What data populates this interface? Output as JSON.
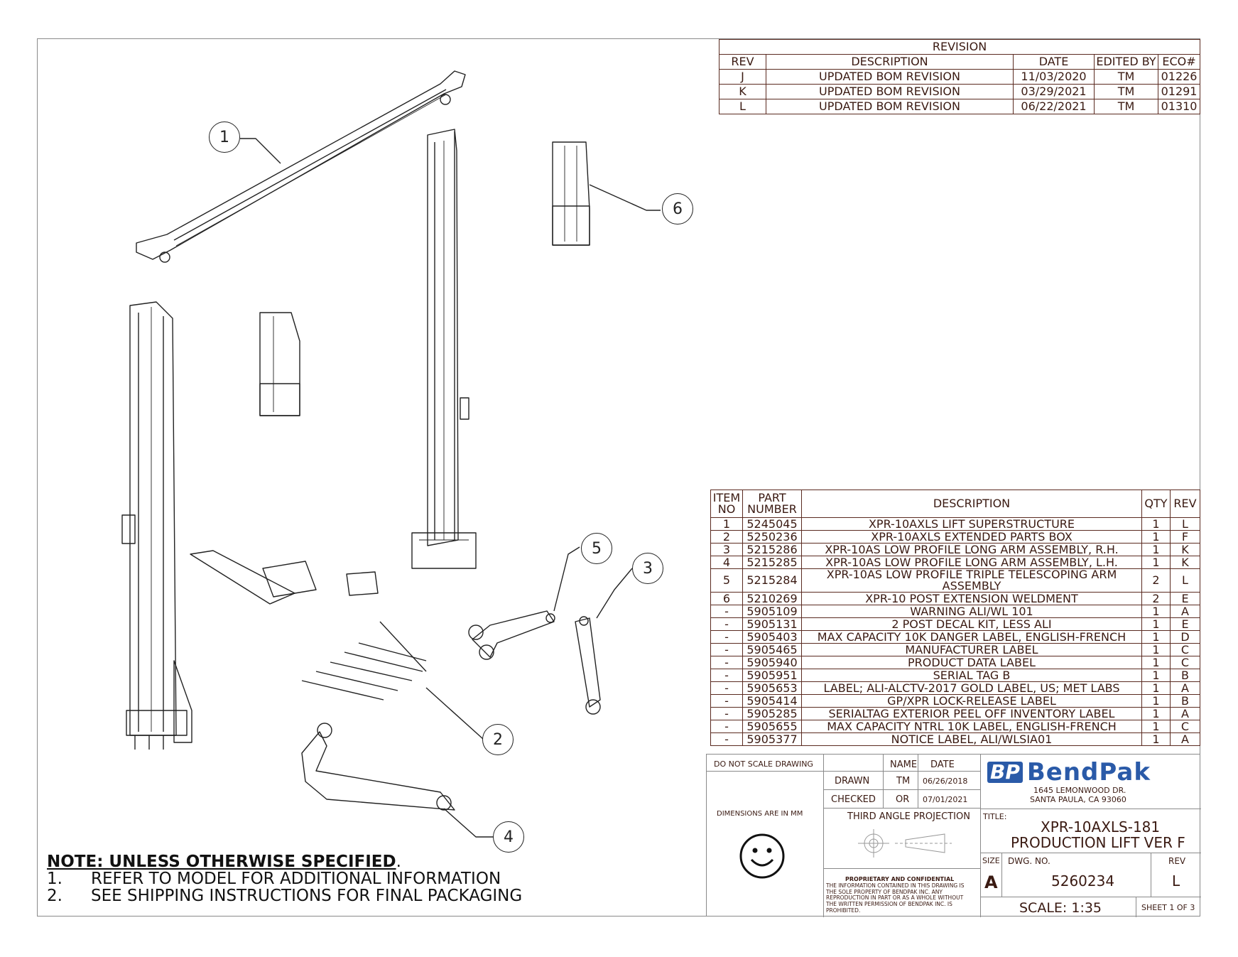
{
  "revision": {
    "title": "REVISION",
    "headers": [
      "REV",
      "DESCRIPTION",
      "DATE",
      "EDITED BY",
      "ECO#"
    ],
    "rows": [
      [
        "J",
        "UPDATED BOM REVISION",
        "11/03/2020",
        "TM",
        "01226"
      ],
      [
        "K",
        "UPDATED BOM REVISION",
        "03/29/2021",
        "TM",
        "01291"
      ],
      [
        "L",
        "UPDATED BOM REVISION",
        "06/22/2021",
        "TM",
        "01310"
      ]
    ]
  },
  "bom": {
    "headers": [
      "ITEM NO",
      "PART NUMBER",
      "DESCRIPTION",
      "QTY",
      "REV"
    ],
    "rows": [
      [
        "1",
        "5245045",
        "XPR-10AXLS LIFT SUPERSTRUCTURE",
        "1",
        "L"
      ],
      [
        "2",
        "5250236",
        "XPR-10AXLS EXTENDED PARTS BOX",
        "1",
        "F"
      ],
      [
        "3",
        "5215286",
        "XPR-10AS LOW PROFILE LONG ARM ASSEMBLY, R.H.",
        "1",
        "K"
      ],
      [
        "4",
        "5215285",
        "XPR-10AS LOW PROFILE LONG ARM ASSEMBLY, L.H.",
        "1",
        "K"
      ],
      [
        "5",
        "5215284",
        "XPR-10AS LOW PROFILE TRIPLE TELESCOPING ARM ASSEMBLY",
        "2",
        "L"
      ],
      [
        "6",
        "5210269",
        "XPR-10 POST EXTENSION WELDMENT",
        "2",
        "E"
      ],
      [
        "-",
        "5905109",
        "WARNING ALI/WL 101",
        "1",
        "A"
      ],
      [
        "-",
        "5905131",
        "2 POST DECAL KIT, LESS ALI",
        "1",
        "E"
      ],
      [
        "-",
        "5905403",
        "MAX CAPACITY 10K DANGER LABEL, ENGLISH-FRENCH",
        "1",
        "D"
      ],
      [
        "-",
        "5905465",
        "MANUFACTURER LABEL",
        "1",
        "C"
      ],
      [
        "-",
        "5905940",
        "PRODUCT DATA LABEL",
        "1",
        "C"
      ],
      [
        "-",
        "5905951",
        "SERIAL TAG B",
        "1",
        "B"
      ],
      [
        "-",
        "5905653",
        "LABEL; ALI-ALCTV-2017 GOLD LABEL, US;  MET LABS",
        "1",
        "A"
      ],
      [
        "-",
        "5905414",
        "GP/XPR LOCK-RELEASE LABEL",
        "1",
        "B"
      ],
      [
        "-",
        "5905285",
        "SERIALTAG EXTERIOR PEEL OFF INVENTORY LABEL",
        "1",
        "A"
      ],
      [
        "-",
        "5905655",
        "MAX CAPACITY NTRL 10K LABEL, ENGLISH-FRENCH",
        "1",
        "C"
      ],
      [
        "-",
        "5905377",
        "NOTICE LABEL, ALI/WLSIA01",
        "1",
        "A"
      ]
    ]
  },
  "title_block": {
    "do_not_scale": "DO NOT SCALE DRAWING",
    "name_header": "NAME",
    "date_header": "DATE",
    "drawn_label": "DRAWN",
    "drawn_name": "TM",
    "drawn_date": "06/26/2018",
    "checked_label": "CHECKED",
    "checked_name": "OR",
    "checked_date": "07/01/2021",
    "dimensions": "DIMENSIONS ARE IN MM",
    "projection": "THIRD ANGLE PROJECTION",
    "proprietary_title": "PROPRIETARY AND CONFIDENTIAL",
    "proprietary_text": [
      "THE INFORMATION CONTAINED IN THIS DRAWING IS",
      "THE SOLE PROPERTY OF BENDPAK INC. ANY",
      "REPRODUCTION IN PART OR AS A WHOLE WITHOUT",
      "THE WRITTEN PERMISSION OF BENDPAK INC. IS",
      "PROHIBITED."
    ],
    "logo_mark": "BP",
    "logo_text": "BendPak",
    "address_1": "1645 LEMONWOOD DR.",
    "address_2": "SANTA PAULA, CA 93060",
    "title_label": "TITLE:",
    "title_1": "XPR-10AXLS-181",
    "title_2": "PRODUCTION LIFT VER F",
    "size_label": "SIZE",
    "size": "A",
    "dwg_label": "DWG.  NO.",
    "dwg_no": "5260234",
    "rev_label": "REV",
    "rev": "L",
    "scale": "SCALE: 1:35",
    "sheet": "SHEET 1 OF 3"
  },
  "note": {
    "heading": "NOTE: UNLESS OTHERWISE SPECIFIED",
    "items": [
      {
        "num": "1.",
        "text": "REFER TO MODEL FOR ADDITIONAL INFORMATION"
      },
      {
        "num": "2.",
        "text": "SEE SHIPPING INSTRUCTIONS FOR FINAL PACKAGING"
      }
    ]
  },
  "callouts": [
    "1",
    "2",
    "3",
    "4",
    "5",
    "6"
  ],
  "colors": {
    "table_line": "#5a2a20",
    "logo_blue": "#2a5aa8",
    "border": "#8a8a8a"
  }
}
